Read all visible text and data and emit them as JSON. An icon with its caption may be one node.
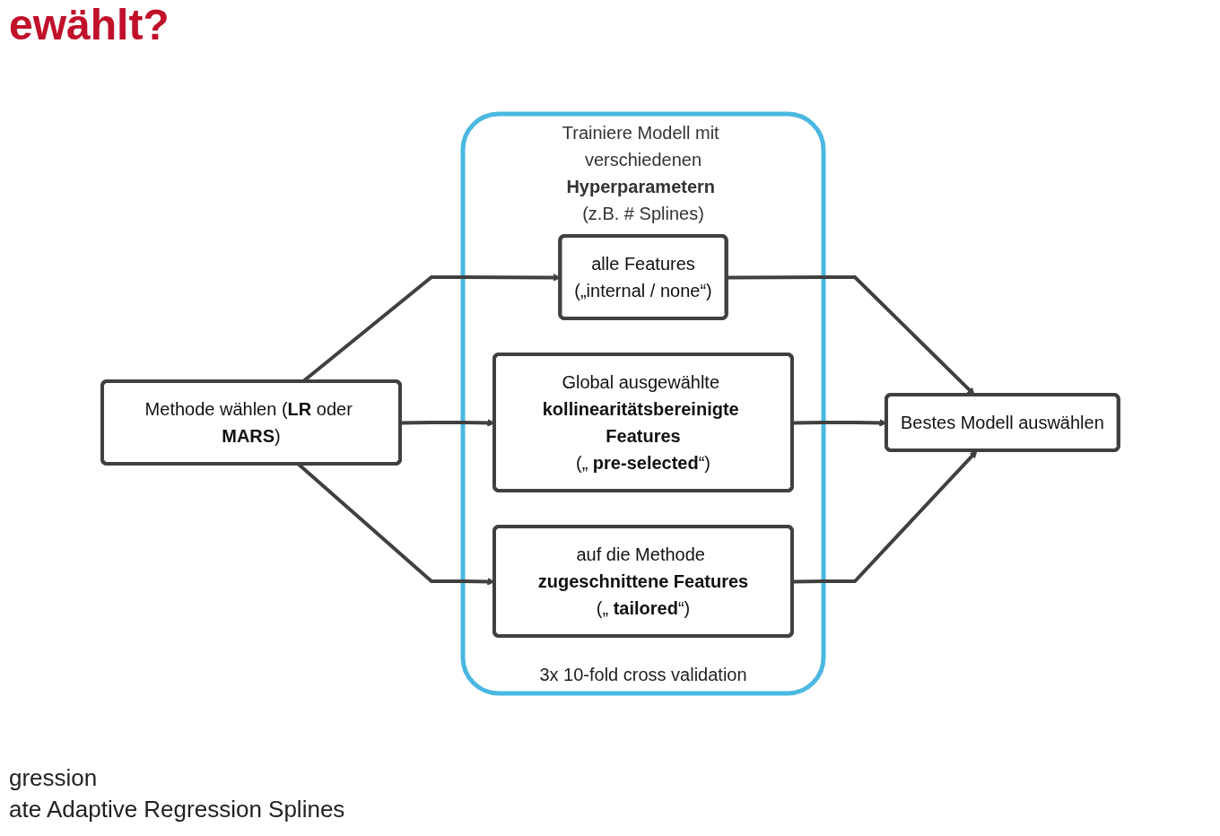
{
  "diagram": {
    "title": "ewählt?",
    "nodes": [
      {
        "text": [
          "Methode wählen (**LR** oder **MARS**)"
        ]
      },
      {
        "text": [
          "Trainiere Modell mit verschiedenen **Hyperparametern** (z.B. # Splines)",
          "3x 10-fold cross validation"
        ]
      },
      {
        "text": [
          "alle Features",
          "(„internal / none“)"
        ],
        "in": 1
      },
      {
        "text": [
          "Global ausgewählte **kollinearitätsbereinigte Features**",
          "(„ **pre-selected**“)"
        ],
        "in": 1
      },
      {
        "text": [
          "auf die Methode **zugeschnittene Features**",
          "(„ **tailored**“)"
        ],
        "in": 1
      },
      {
        "text": [
          "Bestes Modell auswählen"
        ]
      }
    ],
    "edges": [
      {
        "from": 0,
        "to": 2,
        "arrow": "to"
      },
      {
        "from": 0,
        "to": 3,
        "arrow": "to"
      },
      {
        "from": 0,
        "to": 4,
        "arrow": "to"
      },
      {
        "from": 2,
        "to": 5,
        "arrow": "to"
      },
      {
        "from": 3,
        "to": 5,
        "arrow": "to"
      },
      {
        "from": 4,
        "to": 5,
        "arrow": "to"
      }
    ],
    "labels": [
      "gression",
      "ate Adaptive Regression Splines"
    ]
  }
}
